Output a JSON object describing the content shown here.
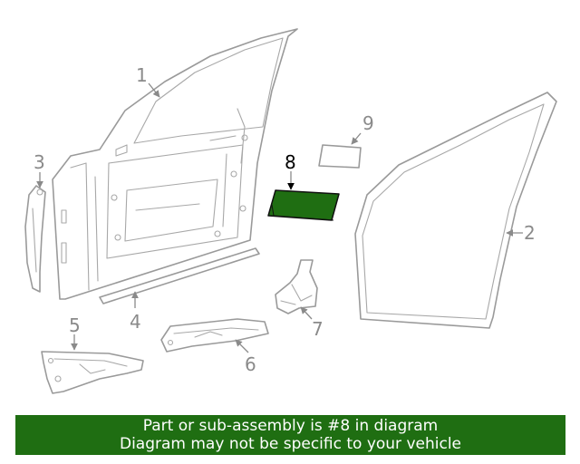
{
  "callouts": {
    "c1": "1",
    "c2": "2",
    "c3": "3",
    "c4": "4",
    "c5": "5",
    "c6": "6",
    "c7": "7",
    "c8": "8",
    "c9": "9"
  },
  "colors": {
    "highlight": "#1f6e12",
    "banner": "#1f6e12",
    "line_art": "#9a9a9a"
  },
  "banner": {
    "line1": "Part or sub-assembly is #8 in diagram",
    "line2": "Diagram may not be specific to your vehicle"
  }
}
